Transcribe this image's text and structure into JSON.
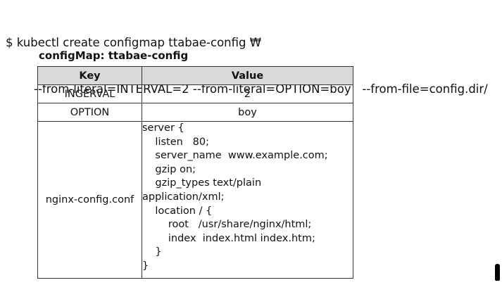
{
  "command": {
    "line1": "$ kubectl create configmap ttabae-config ₩",
    "line2": "--from-literal=INTERVAL=2 --from-literal=OPTION=boy   --from-file=config.dir/"
  },
  "configmap": {
    "title": "configMap: ttabae-config",
    "headers": {
      "key": "Key",
      "value": "Value"
    },
    "rows": [
      {
        "key": "INGERVAL",
        "value": "2"
      },
      {
        "key": "OPTION",
        "value": "boy"
      }
    ],
    "file_entry": {
      "key": "nginx-config.conf",
      "lines": [
        "server {",
        "    listen   80;",
        "    server_name  www.example.com;",
        "    gzip on;",
        "    gzip_types text/plain",
        "application/xml;",
        "    location / {",
        "        root   /usr/share/nginx/html;",
        "        index  index.html index.htm;",
        "    }",
        "}"
      ]
    }
  }
}
